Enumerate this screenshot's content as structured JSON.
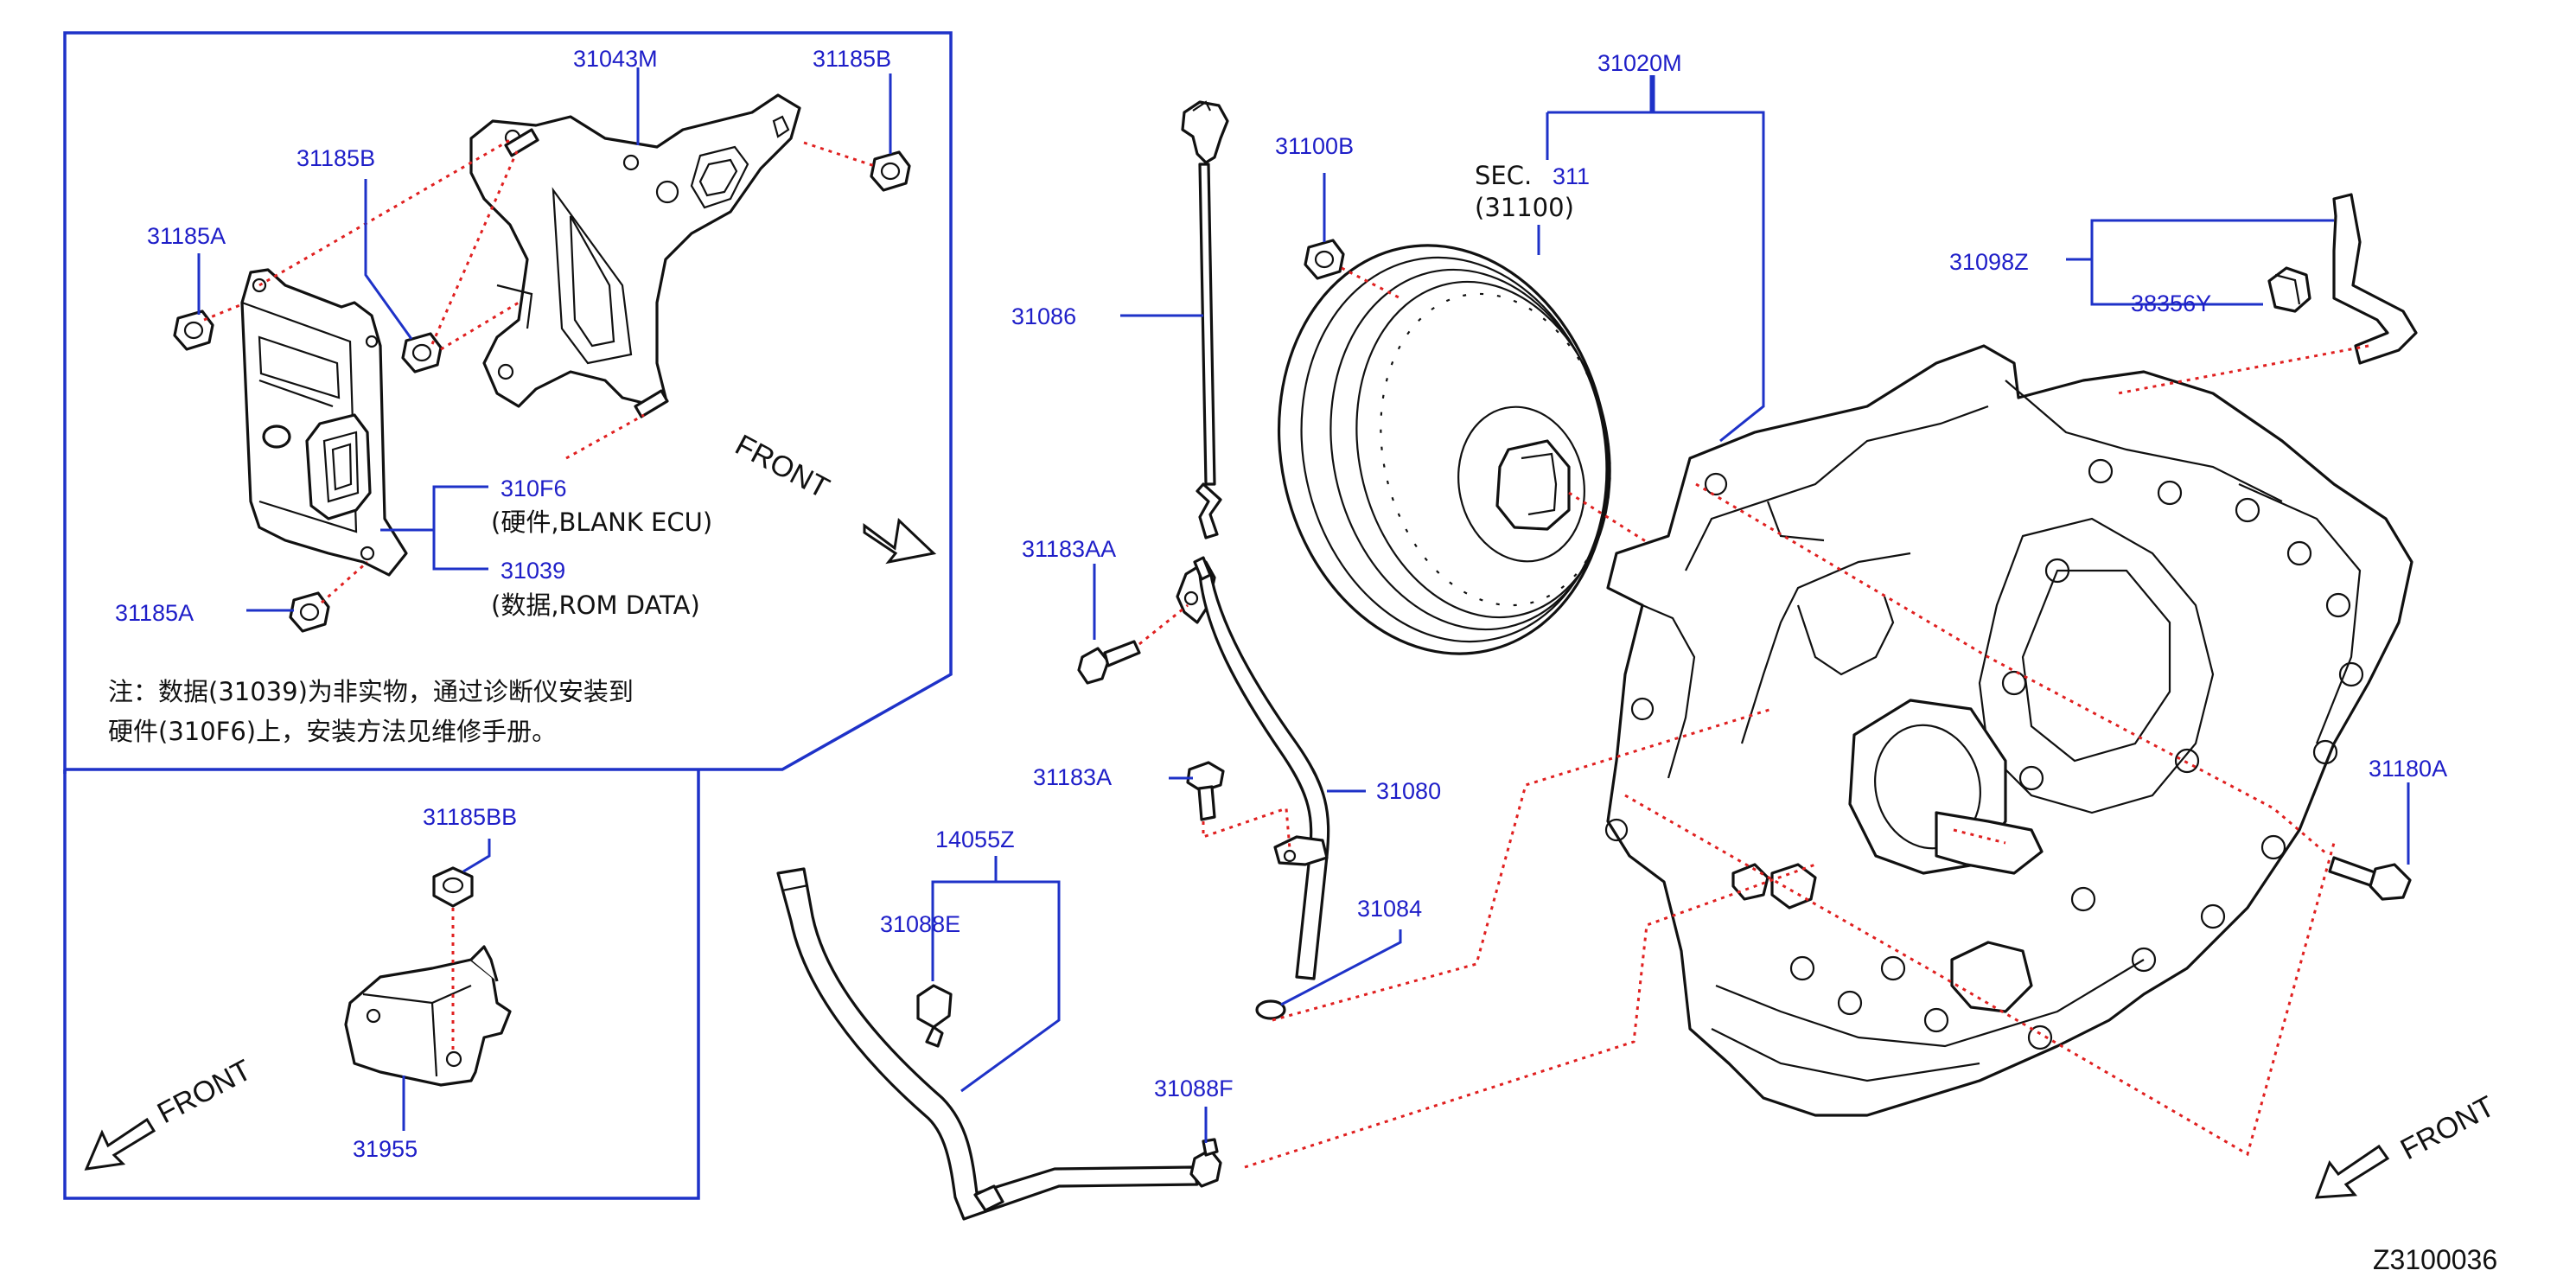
{
  "labels": {
    "p31043M": "31043M",
    "p31185B_top": "31185B",
    "p31185B_left": "31185B",
    "p31185A_top": "31185A",
    "p310F6": "310F6",
    "p310F6_desc": "(硬件,BLANK   ECU)",
    "p31039": "31039",
    "p31039_desc": "(数据,ROM   DATA)",
    "p31185A_bottom": "31185A",
    "p31185BB": "31185BB",
    "p31955": "31955",
    "p31086": "31086",
    "p31100B": "31100B",
    "p31020M": "31020M",
    "sec_text": "SEC.",
    "sec_num": "311",
    "sec_sub": "(31100)",
    "p31098Z": "31098Z",
    "p38356Y": "38356Y",
    "p31183AA": "31183AA",
    "p31183A": "31183A",
    "p31080": "31080",
    "p31084": "31084",
    "p14055Z": "14055Z",
    "p31088E": "31088E",
    "p31088F": "31088F",
    "p31180A": "31180A",
    "front_top": "FRONT",
    "front_left": "FRONT",
    "front_right": "FRONT",
    "figure_id": "Z3100036"
  },
  "note": {
    "line1": "注：数据(31039)为非实物，通过诊断仪安装到",
    "line2": "硬件(310F6)上，安装方法见维修手册。"
  },
  "colors": {
    "part_number": "#1e1ec8",
    "leader_line": "#1e32c8",
    "dotted_line": "#e02020",
    "outline": "#111111"
  }
}
